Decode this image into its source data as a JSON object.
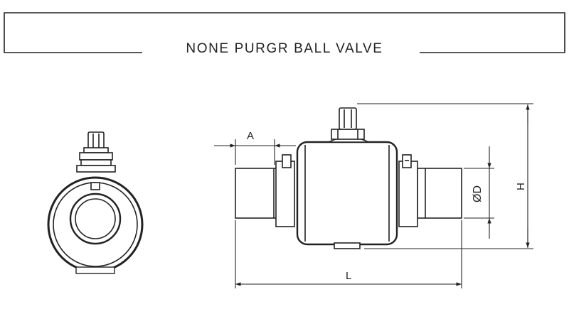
{
  "title": "NONE PURGR BALL VALVE",
  "dimension_labels": {
    "a": "A",
    "d": "ØD",
    "h": "H",
    "l": "L"
  },
  "colors": {
    "line": "#222222",
    "background": "#ffffff"
  }
}
